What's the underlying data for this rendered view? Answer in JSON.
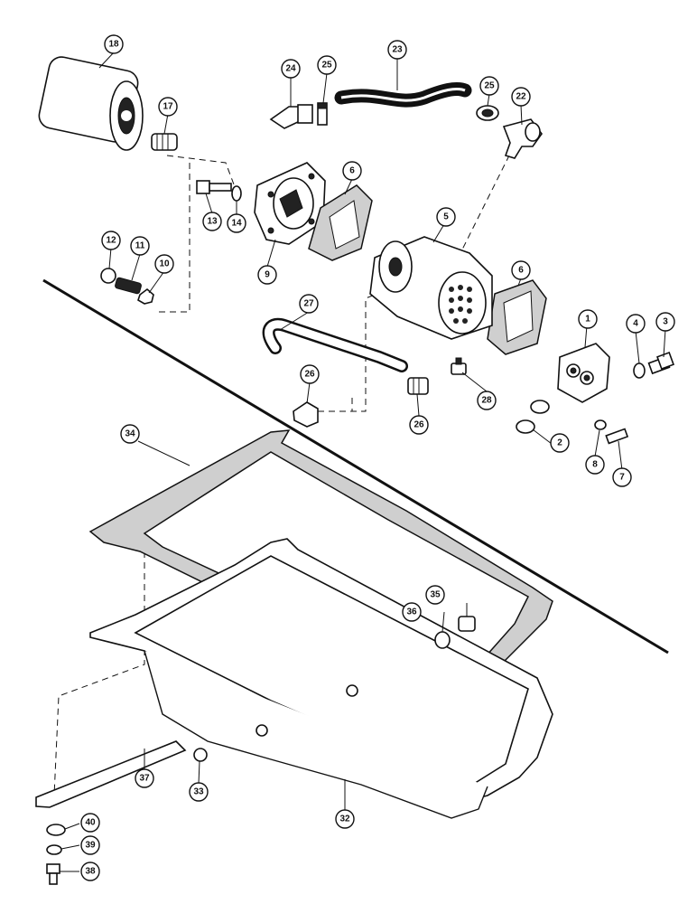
{
  "callouts": [
    {
      "id": "c1",
      "label": "1"
    },
    {
      "id": "c2",
      "label": "2"
    },
    {
      "id": "c3",
      "label": "3"
    },
    {
      "id": "c4",
      "label": "4"
    },
    {
      "id": "c5",
      "label": "5"
    },
    {
      "id": "c6a",
      "label": "6"
    },
    {
      "id": "c6b",
      "label": "6"
    },
    {
      "id": "c7",
      "label": "7"
    },
    {
      "id": "c8",
      "label": "8"
    },
    {
      "id": "c9",
      "label": "9"
    },
    {
      "id": "c10",
      "label": "10"
    },
    {
      "id": "c11",
      "label": "11"
    },
    {
      "id": "c12",
      "label": "12"
    },
    {
      "id": "c13",
      "label": "13"
    },
    {
      "id": "c14",
      "label": "14"
    },
    {
      "id": "c17",
      "label": "17"
    },
    {
      "id": "c18",
      "label": "18"
    },
    {
      "id": "c22",
      "label": "22"
    },
    {
      "id": "c23",
      "label": "23"
    },
    {
      "id": "c24",
      "label": "24"
    },
    {
      "id": "c25a",
      "label": "25"
    },
    {
      "id": "c25b",
      "label": "25"
    },
    {
      "id": "c26a",
      "label": "26"
    },
    {
      "id": "c26b",
      "label": "26"
    },
    {
      "id": "c27",
      "label": "27"
    },
    {
      "id": "c28",
      "label": "28"
    },
    {
      "id": "c32",
      "label": "32"
    },
    {
      "id": "c33",
      "label": "33"
    },
    {
      "id": "c34",
      "label": "34"
    },
    {
      "id": "c35",
      "label": "35"
    },
    {
      "id": "c36",
      "label": "36"
    },
    {
      "id": "c37",
      "label": "37"
    },
    {
      "id": "c38",
      "label": "38"
    },
    {
      "id": "c39",
      "label": "39"
    },
    {
      "id": "c40",
      "label": "40"
    }
  ]
}
